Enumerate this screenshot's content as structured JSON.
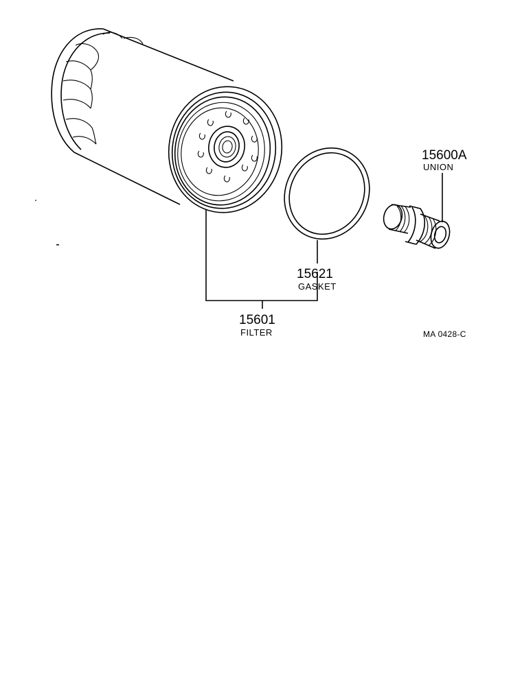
{
  "parts": [
    {
      "number": "15600A",
      "name": "UNION"
    },
    {
      "number": "15621",
      "name": "GASKET"
    },
    {
      "number": "15601",
      "name": "FILTER"
    }
  ],
  "diagram_code": "MA 0428-C"
}
